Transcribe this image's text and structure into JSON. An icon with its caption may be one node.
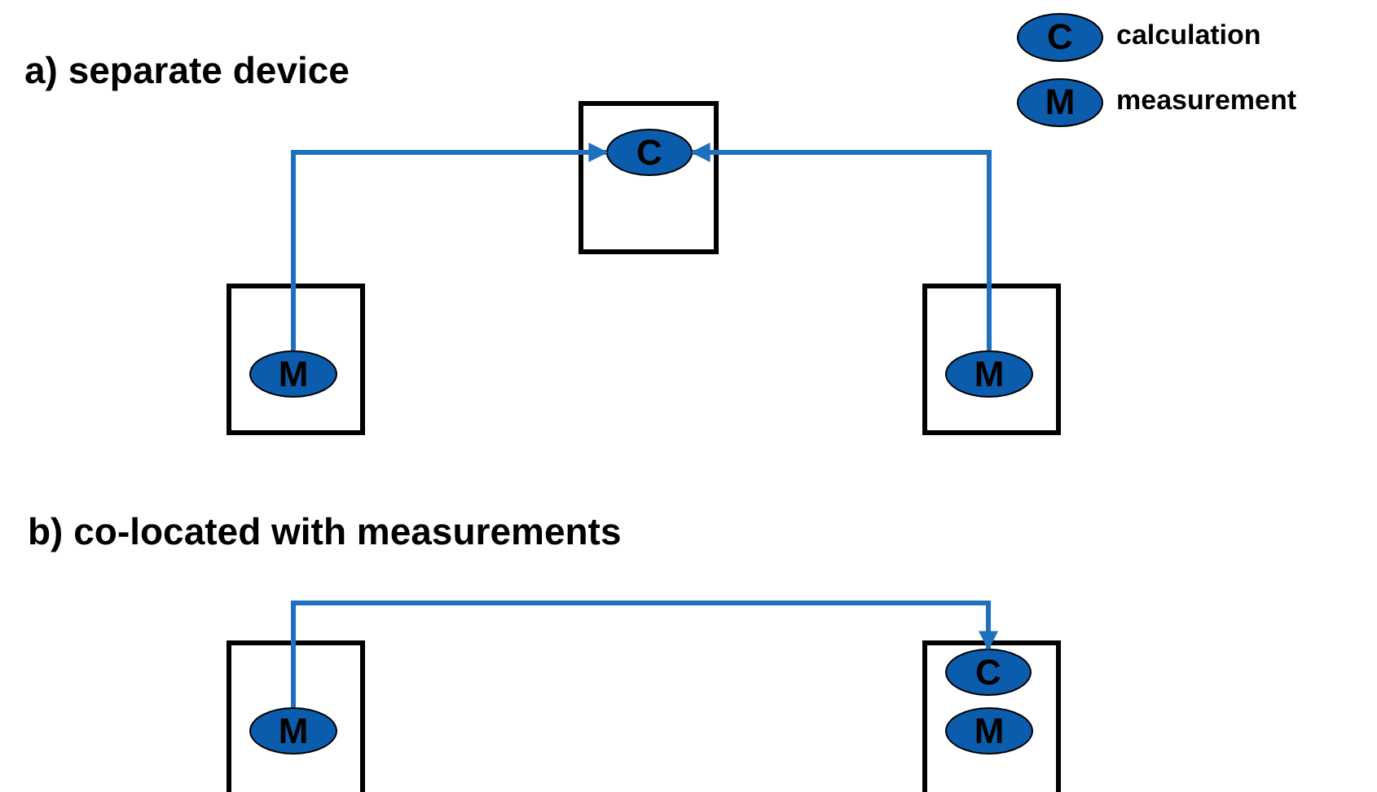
{
  "diagram": {
    "nodes": [
      {
        "text": [
          "C"
        ],
        "beside": [
          "calculation"
        ]
      },
      {
        "text": [
          "M"
        ],
        "beside": [
          "measurement"
        ]
      },
      {
        "text": [],
        "shape": "box"
      },
      {
        "text": [
          "C"
        ],
        "in": 2
      },
      {
        "text": [],
        "shape": "box"
      },
      {
        "text": [
          "M"
        ],
        "in": 4
      },
      {
        "text": [],
        "shape": "box"
      },
      {
        "text": [
          "M"
        ],
        "in": 6
      },
      {
        "text": [],
        "shape": "box"
      },
      {
        "text": [
          "M"
        ],
        "in": 8
      },
      {
        "text": [],
        "shape": "box"
      },
      {
        "text": [
          "C"
        ],
        "in": 10
      },
      {
        "text": [
          "M"
        ],
        "in": 10
      }
    ],
    "edges": [
      {
        "from": 5,
        "to": 3,
        "arrow": "to"
      },
      {
        "from": 7,
        "to": 3,
        "arrow": "to"
      },
      {
        "from": 9,
        "to": 11,
        "arrow": "to"
      }
    ],
    "labels": [
      "a) separate device",
      "b) co-located with measurements"
    ]
  }
}
